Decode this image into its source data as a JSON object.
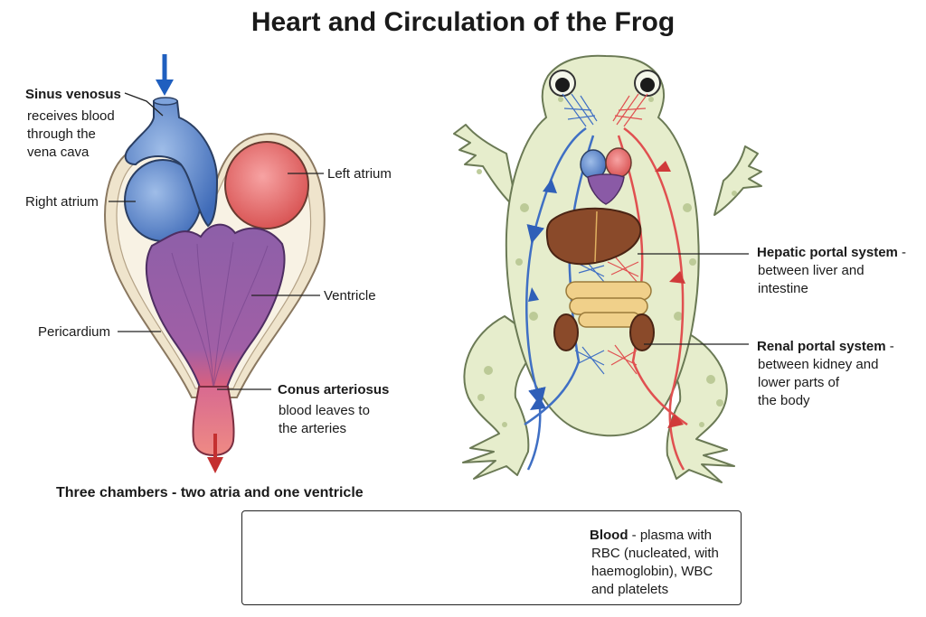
{
  "title": "Heart and Circulation of the Frog",
  "heart": {
    "sinus_venosus": {
      "name": "Sinus venosus",
      "desc": [
        "receives blood",
        "through the",
        "vena cava"
      ]
    },
    "right_atrium": "Right atrium",
    "left_atrium": "Left atrium",
    "ventricle": "Ventricle",
    "pericardium": "Pericardium",
    "conus_arteriosus": {
      "name": "Conus arteriosus",
      "desc": [
        "blood leaves to",
        "the arteries"
      ]
    },
    "caption": "Three chambers - two atria and one ventricle"
  },
  "circulation": {
    "hepatic": {
      "name": "Hepatic portal system",
      "suffix": " -",
      "desc": [
        "between liver and",
        "intestine"
      ]
    },
    "renal": {
      "name": "Renal portal system",
      "suffix": " -",
      "desc": [
        "between kidney and",
        "lower parts of",
        "the body"
      ]
    }
  },
  "blood": {
    "name": "Blood",
    "lines": [
      " - plasma with",
      "RBC (nucleated, with",
      "haemoglobin), WBC",
      "and platelets"
    ]
  },
  "colors": {
    "deoxygenated": "#3f6fc4",
    "oxygenated": "#e05050",
    "ventricle": "#8a5aa6",
    "frog_skin": "#e6edcc",
    "liver": "#8a4a2a"
  }
}
